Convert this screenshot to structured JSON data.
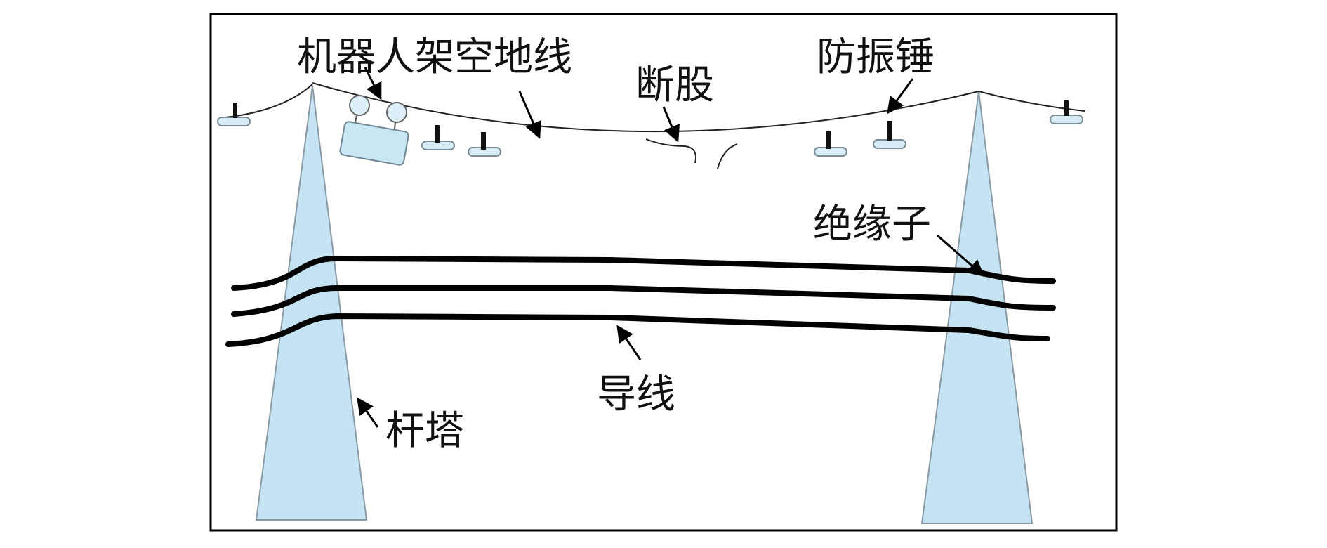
{
  "labels": {
    "robot_ground_wire": "机器人架空地线",
    "broken_strand": "断股",
    "damper": "防振锤",
    "insulator": "绝缘子",
    "conductor": "导线",
    "tower": "杆塔"
  },
  "colors": {
    "tower_fill": "#c5e3f2",
    "tower_stroke": "#8a9aa4",
    "robot_fill": "#c9e6f4",
    "damper_fill": "#d8ecf6",
    "line": "#000000",
    "frame": "#000000"
  }
}
